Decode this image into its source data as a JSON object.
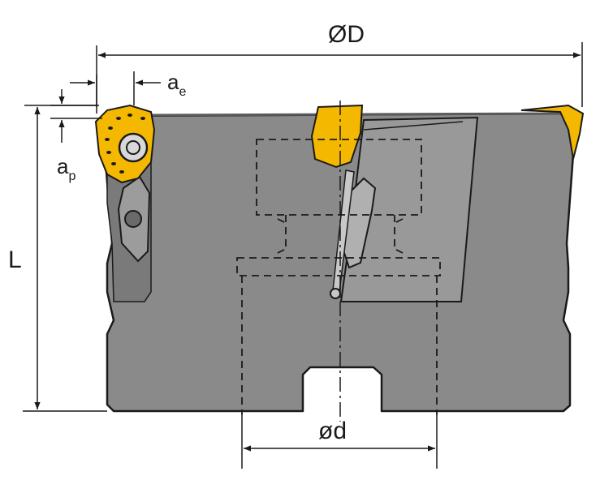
{
  "labels": {
    "outer_diameter": "ØD",
    "radial_engagement_base": "a",
    "radial_engagement_sub": "e",
    "axial_depth_base": "a",
    "axial_depth_sub": "p",
    "length": "L",
    "bore_diameter": "ød"
  },
  "colors": {
    "body": "#8c8c8c",
    "body_outline": "#1a1a1a",
    "insert": "#f5b800",
    "dimension_lines": "#1a1a1a",
    "hidden_lines": "#1a1a1a"
  }
}
